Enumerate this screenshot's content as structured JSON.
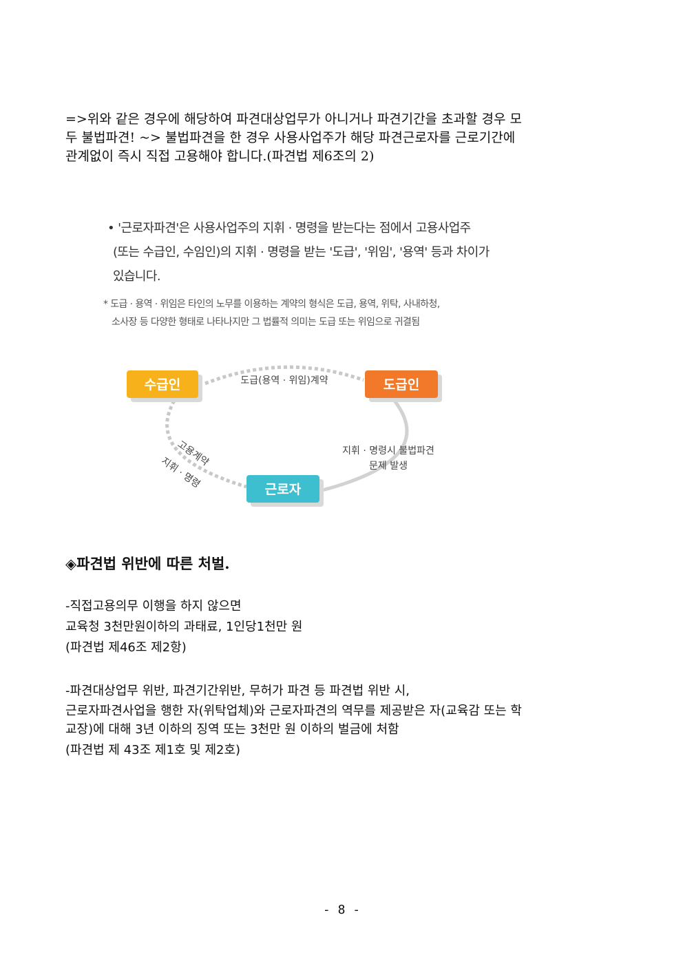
{
  "intro": {
    "lines": [
      "=>위와 같은 경우에 해당하여 파견대상업무가 아니거나 파견기간을 초과할 경우 모",
      "두 불법파견!  ~> 불법파견을 한 경우 사용사업주가 해당 파견근로자를 근로기간에",
      "관계없이 즉시 직접 고용해야 합니다.(파견법 제6조의 2)"
    ]
  },
  "figure": {
    "bullet_lines": [
      "• '근로자파견'은 사용사업주의 지휘 · 명령을 받는다는 점에서 고용사업주",
      "(또는 수급인, 수임인)의 지휘 · 명령을 받는 '도급', '위임', '용역' 등과 차이가",
      "있습니다."
    ],
    "note_lines": [
      "* 도급 · 용역 · 위임은 타인의 노무를 이용하는 계약의 형식은 도급, 용역, 위탁, 사내하청,",
      "소사장 등 다양한 형태로 나타나지만 그 법률적 의미는 도급 또는 위임으로 귀결됨"
    ],
    "diagram": {
      "box_left": "수급인",
      "box_right": "도급인",
      "box_bottom": "근로자",
      "top_label": "도급(용역 · 위임)계약",
      "right_label_1": "지휘 · 명령시 불법파견",
      "right_label_2": "문제 발생",
      "left_label_1": "고용계약",
      "left_label_2": "지휘 · 명령",
      "colors": {
        "left": "#f7b21b",
        "right": "#f2792a",
        "bottom": "#3dbfcf"
      }
    }
  },
  "section": {
    "heading": "◈파견법 위반에 따른 처벌.",
    "block1": [
      "-직접고용의무 이행을 하지 않으면",
      "교육청 3천만원이하의 과태료, 1인당1천만 원",
      "(파견법 제46조 제2항)"
    ],
    "block2_first": "-파견대상업무 위반, 파견기간위반, 무허가 파견 등 파견법 위반 시,",
    "block2_lines": [
      "근로자파견사업을 행한 자(위탁업체)와 근로자파견의 역무를 제공받은 자(교육감 또는 학",
      "교장)에 대해 3년 이하의 징역 또는 3천만 원 이하의 벌금에 처함",
      "(파견법 제 43조 제1호 및 제2호)"
    ]
  },
  "page_number": "- 8 -"
}
